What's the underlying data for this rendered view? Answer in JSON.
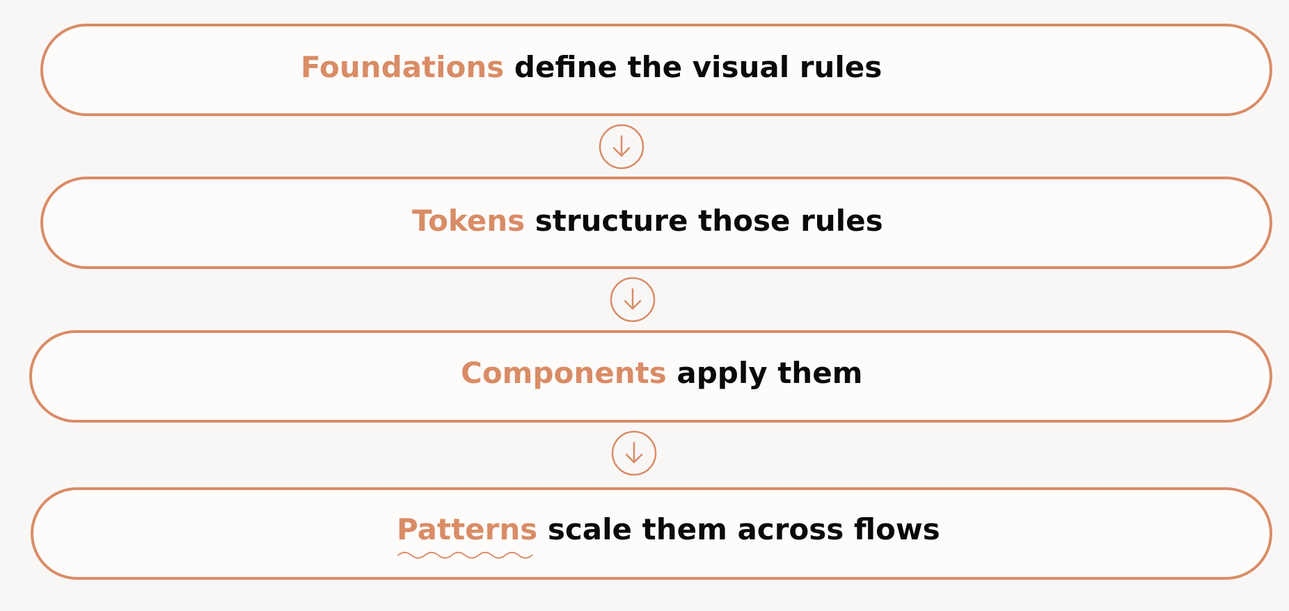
{
  "colors": {
    "accent": "#d98c66",
    "text": "#0a0a0a",
    "background": "#f9f7f6"
  },
  "steps": [
    {
      "keyword": "Foundations",
      "rest": " define the visual rules"
    },
    {
      "keyword": "Tokens",
      "rest": " structure those rules"
    },
    {
      "keyword": "Components",
      "rest": " apply them"
    },
    {
      "keyword": "Patterns",
      "rest": " scale them across flows"
    }
  ],
  "connectors": [
    {
      "icon": "arrow-down-circle-icon"
    },
    {
      "icon": "arrow-down-circle-icon"
    },
    {
      "icon": "arrow-down-circle-icon"
    }
  ]
}
